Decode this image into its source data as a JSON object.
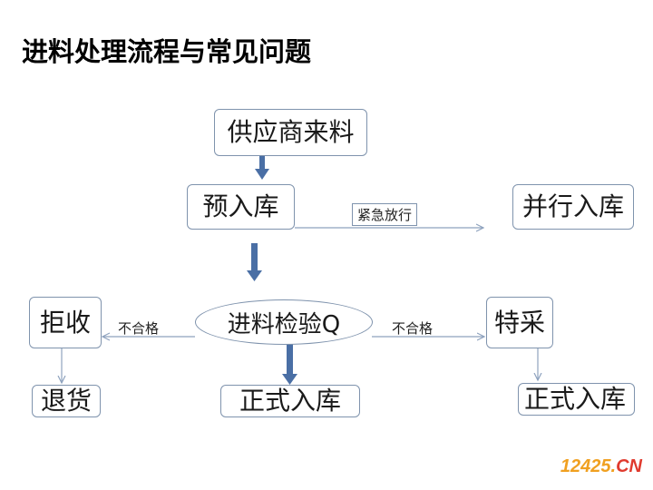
{
  "title": "进料处理流程与常见问题",
  "nodes": {
    "supplier": "供应商来料",
    "pre_storage": "预入库",
    "parallel_storage": "并行入库",
    "reject": "拒收",
    "incoming_qc": "进料检验Q",
    "special": "特采",
    "return_goods": "退货",
    "formal_storage_center": "正式入库",
    "formal_storage_right": "正式入库"
  },
  "labels": {
    "urgent_release": "紧急放行",
    "unqualified_left": "不合格",
    "unqualified_right": "不合格"
  },
  "watermark": {
    "number": "12425",
    "dot": ".",
    "suffix": "CN"
  },
  "colors": {
    "box_border": "#7f93ad",
    "arrow_blue": "#4a6fa5",
    "thin_line": "#8ea2be",
    "watermark_orange": "#f0a020",
    "watermark_red": "#e03a2e"
  }
}
